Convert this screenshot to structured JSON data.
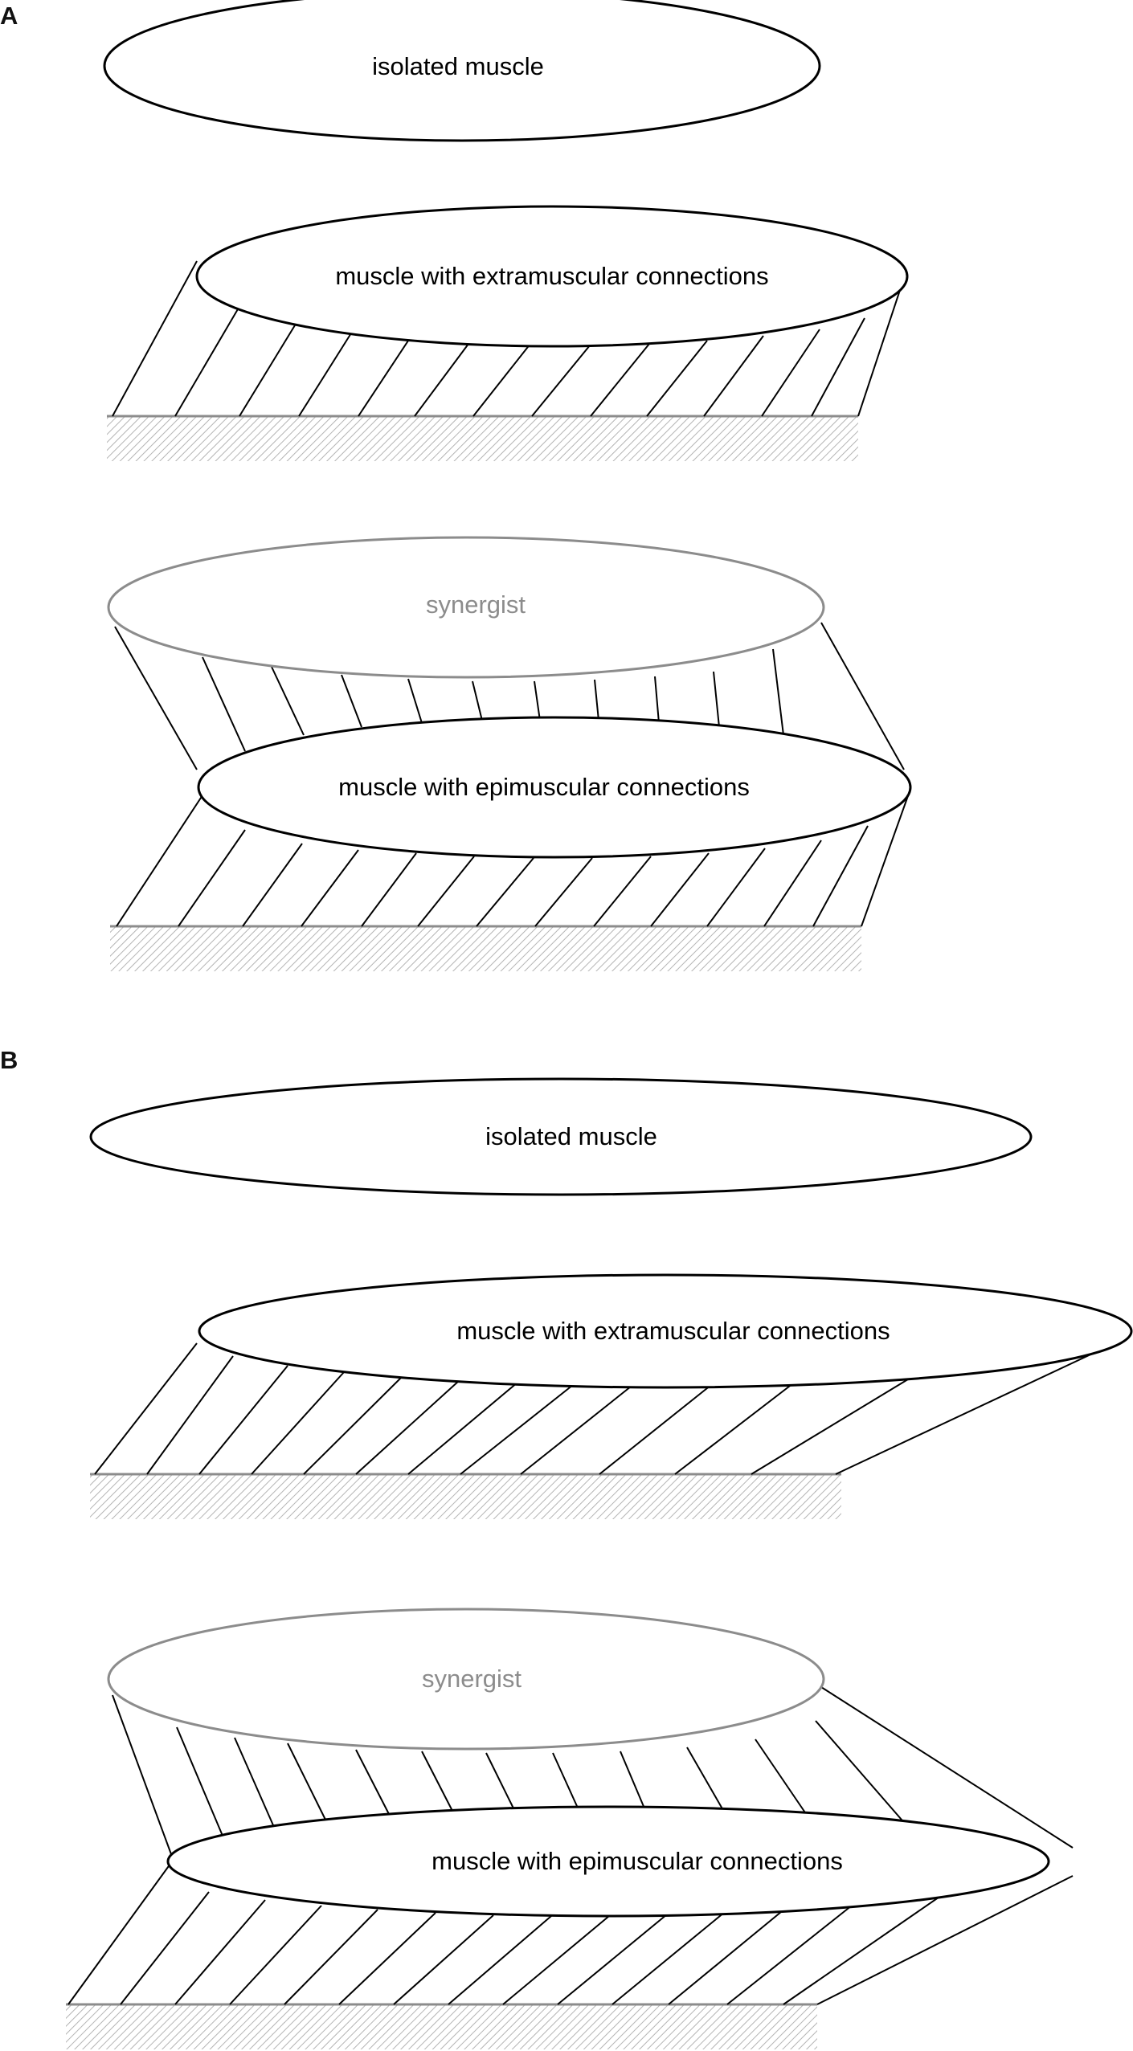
{
  "panels": [
    {
      "label": "A",
      "diagrams": [
        {
          "label": "isolated muscle"
        },
        {
          "label": "muscle with extramuscular connections"
        },
        {
          "synergist_label": "synergist",
          "label": "muscle with epimuscular connections"
        }
      ]
    },
    {
      "label": "B",
      "diagrams": [
        {
          "label": "isolated muscle"
        },
        {
          "label": "muscle with extramuscular connections"
        },
        {
          "synergist_label": "synergist",
          "label": "muscle with epimuscular connections"
        }
      ]
    }
  ],
  "colors": {
    "muscle_outline": "#000000",
    "synergist_outline": "#8c8c8c",
    "synergist_text": "#8c8c8c",
    "connection_line": "#000000",
    "ground_line": "#8c8c8c",
    "ground_hatch": "#b4b4b4"
  }
}
